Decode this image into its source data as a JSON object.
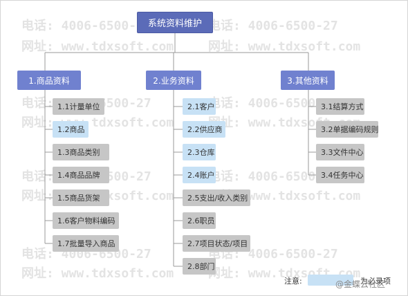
{
  "colors": {
    "required": "#c7e1f5",
    "optional": "#c6c6c6",
    "root": "#5b6bb8",
    "category": "#7081cf",
    "line": "#999999"
  },
  "watermark": {
    "phone": "电话: 4006-6500-27",
    "site": "网址: www.tdxsoft.com"
  },
  "root": "系统资料维护",
  "categories": [
    {
      "label": "1.商品资料",
      "items": [
        {
          "label": "1.1计量单位",
          "required": false
        },
        {
          "label": "1.2商品",
          "required": true
        },
        {
          "label": "1.3商品类别",
          "required": false
        },
        {
          "label": "1.4商品品牌",
          "required": false
        },
        {
          "label": "1.5商品货架",
          "required": false
        },
        {
          "label": "1.6客户物料编码",
          "required": false
        },
        {
          "label": "1.7批量导入商品",
          "required": false
        }
      ]
    },
    {
      "label": "2.业务资料",
      "items": [
        {
          "label": "2.1客户",
          "required": true
        },
        {
          "label": "2.2供应商",
          "required": true
        },
        {
          "label": "2.3仓库",
          "required": true
        },
        {
          "label": "2.4账户",
          "required": true
        },
        {
          "label": "2.5支出/收入类别",
          "required": false
        },
        {
          "label": "2.6职员",
          "required": false
        },
        {
          "label": "2.7项目状态/项目",
          "required": false
        },
        {
          "label": "2.8部门",
          "required": false
        }
      ]
    },
    {
      "label": "3.其他资料",
      "items": [
        {
          "label": "3.1结算方式",
          "required": false
        },
        {
          "label": "3.2单据编码规则",
          "required": false
        },
        {
          "label": "3.3文件中心",
          "required": false
        },
        {
          "label": "3.4任务中心",
          "required": false
        }
      ]
    }
  ],
  "legend": {
    "note": "注意:",
    "required_label": "为必录项"
  },
  "credit": "@金蝶云社区"
}
